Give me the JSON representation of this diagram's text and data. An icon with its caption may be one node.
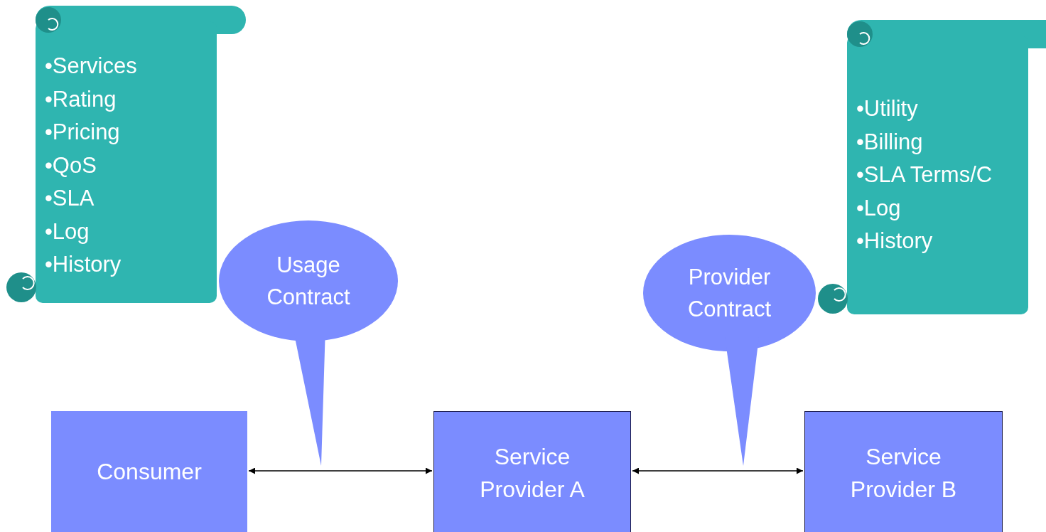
{
  "diagram": {
    "nodes": [
      {
        "text": [
          "•Services",
          "•Rating",
          "•Pricing",
          "•QoS",
          "•SLA",
          "•Log",
          "•History"
        ]
      },
      {
        "text": [
          "•Utility",
          "•Billing",
          "•SLA Terms/C",
          "•Log",
          "•History"
        ]
      },
      {
        "text": [
          "Usage Contract"
        ]
      },
      {
        "text": [
          "Provider Contract"
        ]
      },
      {
        "text": [
          "Consumer"
        ]
      },
      {
        "text": [
          "Service Provider A"
        ]
      },
      {
        "text": [
          "Service Provider B"
        ]
      }
    ],
    "edges": [
      {
        "from": 4,
        "to": 5,
        "arrow": "both"
      },
      {
        "from": 5,
        "to": 6,
        "arrow": "both"
      }
    ]
  }
}
